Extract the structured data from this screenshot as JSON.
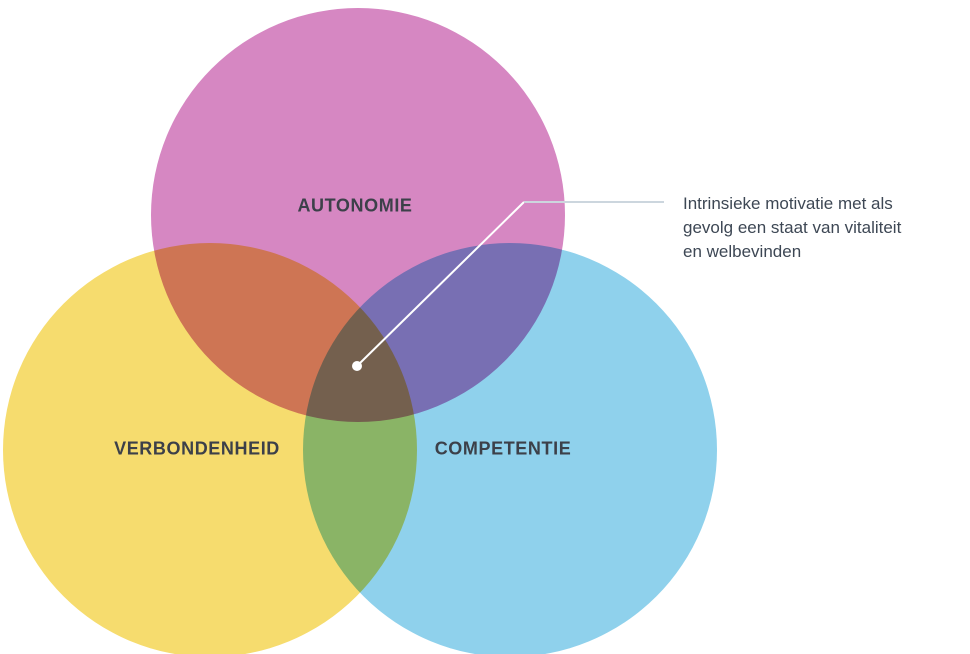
{
  "diagram": {
    "background": "#ffffff",
    "text_color": "#3c4049",
    "circles": [
      {
        "id": "autonomie",
        "label": "AUTONOMIE",
        "color": "#d687c2"
      },
      {
        "id": "verbondenheid",
        "label": "VERBONDENHEID",
        "color": "#f6dc6e"
      },
      {
        "id": "competentie",
        "label": "COMPETENTIE",
        "color": "#8fd1ec"
      }
    ],
    "annotation": {
      "text": "Intrinsieke motivatie met als gevolg een staat van vitaliteit en welbevinden",
      "lines": [
        "Intrinsieke motivatie met als",
        "gevolg een staat van vitaliteit",
        "en welbevinden"
      ],
      "text_color": "#3d4754",
      "diagonal_line_color": "#ffffff",
      "horizontal_line_color": "#ccd6de",
      "dot_color": "#ffffff"
    }
  }
}
